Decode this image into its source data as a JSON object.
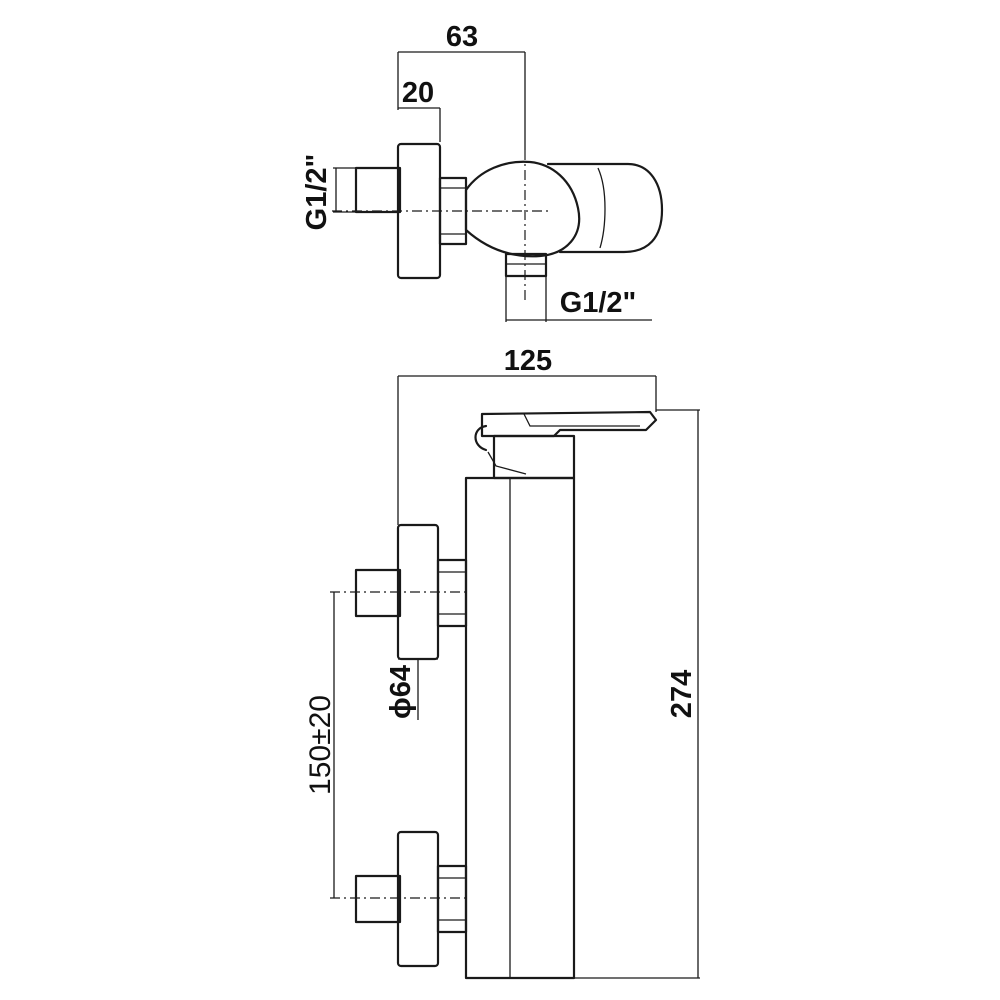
{
  "top_view": {
    "dim_width": "63",
    "dim_flange": "20",
    "inlet_thread": "G1/2\"",
    "outlet_thread": "G1/2\""
  },
  "side_view": {
    "dim_depth": "125",
    "dim_height": "274",
    "dim_flange_diameter": "ϕ64",
    "dim_inlet_spacing": "150±20"
  },
  "colors": {
    "line": "#1a1a1a",
    "background": "#ffffff"
  }
}
